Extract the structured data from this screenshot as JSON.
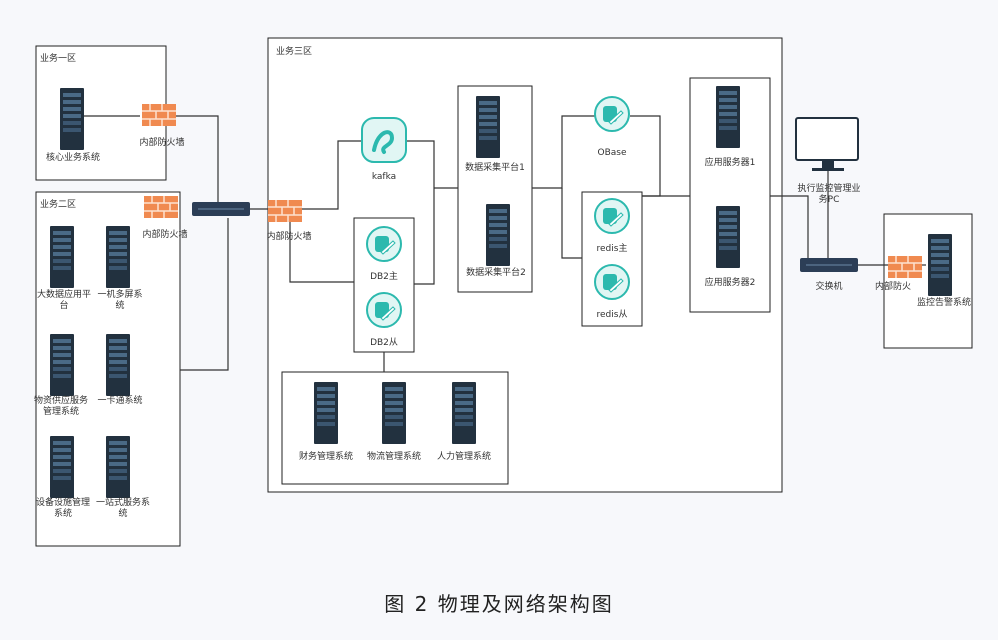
{
  "caption": "图 2 物理及网络架构图",
  "zones": {
    "zone1": "业务一区",
    "zone2": "业务二区",
    "zone3": "业务三区"
  },
  "labels": {
    "core_system": "核心业务系统",
    "fw1": "内部防火墙",
    "fw2": "内部防火墙",
    "fw3": "内部防火墙",
    "fw4": "内部防火",
    "bigdata": "大数据应用平台",
    "one_machine": "一机多屏系统",
    "supply": "物资供应服务管理系统",
    "one_card": "一卡通系统",
    "device": "设备设施管理系统",
    "station": "一站式服务系统",
    "kafka": "kafka",
    "db2_master": "DB2主",
    "db2_slave": "DB2从",
    "collect1": "数据采集平台1",
    "collect2": "数据采集平台2",
    "obase": "OBase",
    "redis_master": "redis主",
    "redis_slave": "redis从",
    "app1": "应用服务器1",
    "app2": "应用服务器2",
    "exec_pc": "执行监控管理业务PC",
    "switch": "交换机",
    "monitor_sys": "监控告警系统",
    "finance": "财务管理系统",
    "logistics": "物流管理系统",
    "hr": "人力管理系统"
  },
  "colors": {
    "server": "#22313f",
    "server_stripe": "#4a6a86",
    "firewall": "#f08a50",
    "teal": "#2cb9ae",
    "line": "#333333",
    "switch": "#2c3e56"
  }
}
